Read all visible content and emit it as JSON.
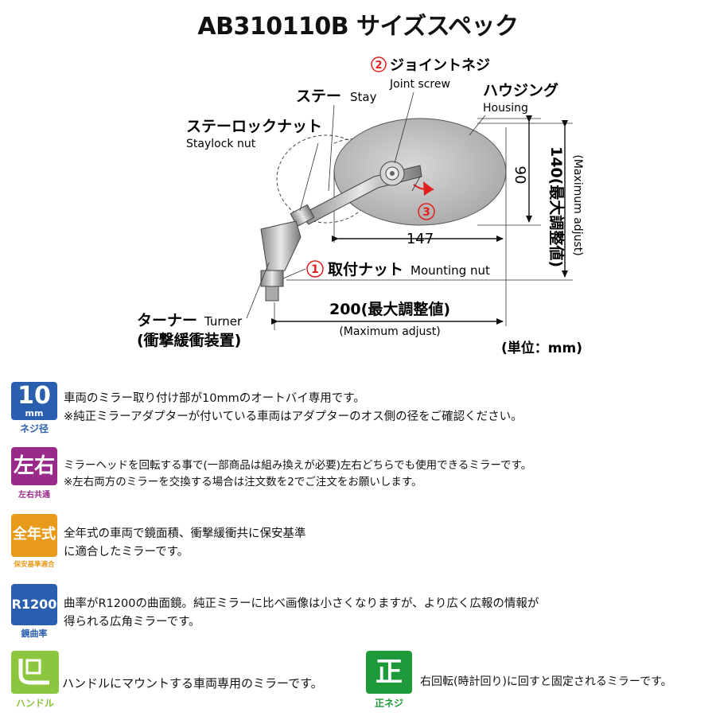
{
  "title": "AB310110B サイズスペック",
  "labels": {
    "joint_num": "2",
    "joint_jp": "ジョイントネジ",
    "joint_en": "Joint screw",
    "stay_jp": "ステー",
    "stay_en": "Stay",
    "housing_jp": "ハウジング",
    "housing_en": "Housing",
    "staylock_jp": "ステーロックナット",
    "staylock_en": "Staylock nut",
    "mount_num": "1",
    "mount_jp": "取付ナット",
    "mount_en": "Mounting nut",
    "turner_jp": "ターナー",
    "turner_en": "Turner",
    "turner_sub": "(衝撃緩衝装置)",
    "rotate_num": "3",
    "dim_90": "90",
    "dim_147": "147",
    "dim_140": "140(最大調整値)",
    "dim_140_en": "(Maximum adjust)",
    "dim_200": "200(最大調整値)",
    "dim_200_en": "(Maximum adjust)",
    "unit": "(単位：mm)"
  },
  "features": [
    {
      "badge_main": "10",
      "badge_unit": "mm",
      "badge_sub": "ネジ径",
      "color": "#2a5fb0",
      "lines": [
        "車両のミラー取り付け部が10mmのオートバイ専用です。",
        "※純正ミラーアダプターが付いている車両はアダプターのオス側の径をご確認ください。"
      ]
    },
    {
      "badge_main": "左右",
      "badge_sub": "左右共通",
      "color": "#9a2a8a",
      "lines": [
        "ミラーヘッドを回転する事で(一部商品は組み換えが必要)左右どちらでも使用できるミラーです。",
        "※左右両方のミラーを交換する場合は注文数を2でご注文をお願いします。"
      ]
    },
    {
      "badge_main": "全年式",
      "badge_sub": "保安基準適合",
      "color": "#e89a1a",
      "lines": [
        "全年式の車両で鏡面積、衝撃緩衝共に保安基準",
        "に適合したミラーです。"
      ]
    },
    {
      "badge_main": "R1200",
      "badge_sub": "鏡曲率",
      "color": "#2a5fb0",
      "lines": [
        "曲率がR1200の曲面鏡。純正ミラーに比べ画像は小さくなりますが、より広く広報の情報が",
        "得られる広角ミラーです。"
      ]
    },
    {
      "badge_sub": "ハンドル",
      "color": "#8cc63f",
      "icon": "handlebar-icon",
      "lines": [
        "ハンドルにマウントする車両専用のミラーです。"
      ]
    },
    {
      "badge_main": "正",
      "badge_sub": "正ネジ",
      "color": "#1f9a3a",
      "lines": [
        "右回転(時計回り)に回すと固定されるミラーです。"
      ]
    }
  ]
}
